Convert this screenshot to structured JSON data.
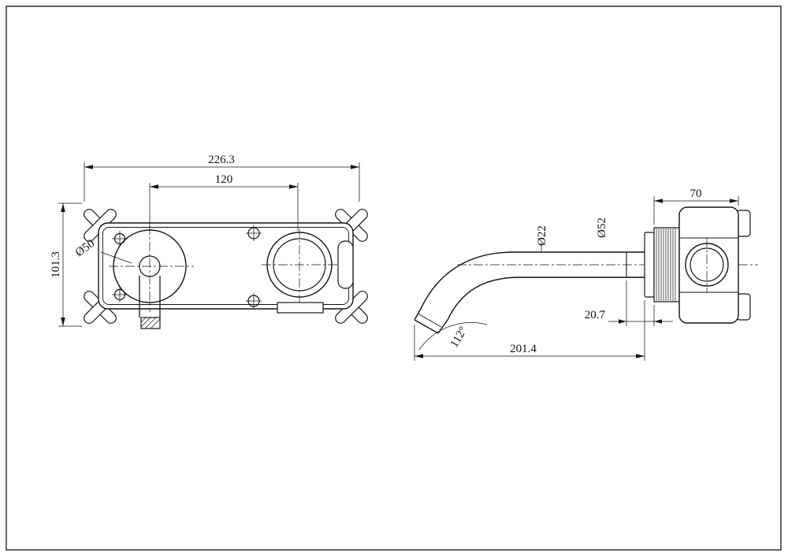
{
  "drawing": {
    "colors": {
      "line": "#141414",
      "background": "#ffffff"
    },
    "views": {
      "front": {
        "overall_width": "226.3",
        "port_spacing": "120",
        "overall_height": "101.3",
        "outlet_diameter": "Ø50"
      },
      "side": {
        "spout_diameter": "Ø22",
        "flange_diameter": "Ø52",
        "body_width": "70",
        "flange_depth": "20.7",
        "spout_angle": "112°",
        "spout_reach": "201.4"
      }
    }
  }
}
